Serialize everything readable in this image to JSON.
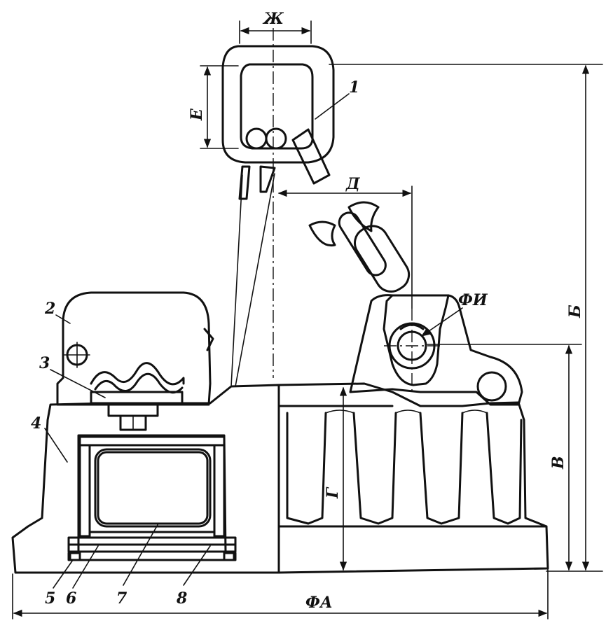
{
  "parts": {
    "p1": "1",
    "p2": "2",
    "p3": "3",
    "p4": "4",
    "p5": "5",
    "p6": "6",
    "p7": "7",
    "p8": "8"
  },
  "dimensions": {
    "zh": "Ж",
    "e": "Е",
    "d": "Д",
    "b": "Б",
    "phi_i": "ФИ",
    "v": "В",
    "g": "Г",
    "phi_a": "ФА"
  }
}
